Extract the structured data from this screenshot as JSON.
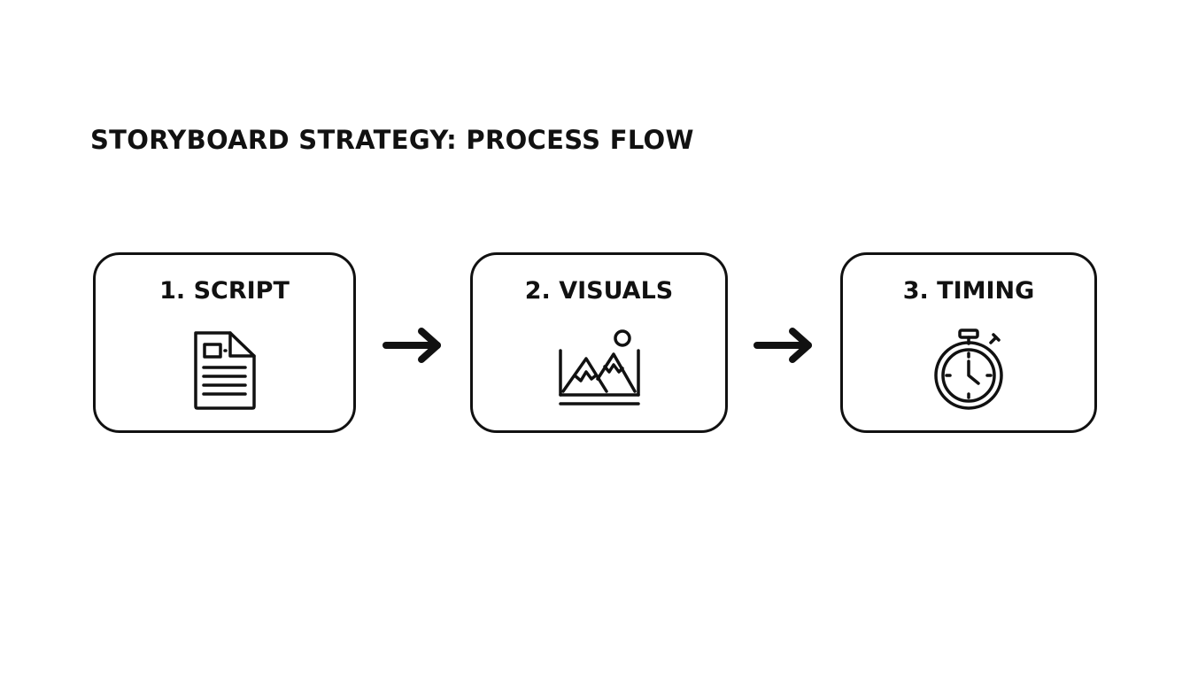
{
  "title": "STORYBOARD STRATEGY: PROCESS FLOW",
  "steps": [
    {
      "label": "1. SCRIPT",
      "icon": "document-icon"
    },
    {
      "label": "2. VISUALS",
      "icon": "landscape-image-icon"
    },
    {
      "label": "3. TIMING",
      "icon": "stopwatch-icon"
    }
  ],
  "connectors": [
    {
      "icon": "arrow-right-icon"
    },
    {
      "icon": "arrow-right-icon"
    }
  ],
  "colors": {
    "stroke": "#111111",
    "background": "#ffffff"
  }
}
